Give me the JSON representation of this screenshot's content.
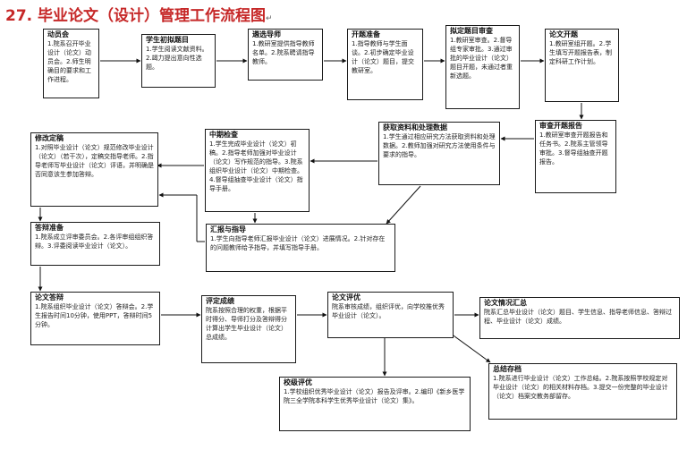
{
  "title": "27. 毕业论文（设计）管理工作流程图",
  "paragraph_mark": "↵",
  "boxes": {
    "b1": {
      "title": "动员会",
      "body": "1.院系召开毕业设计（论文）动员会。2.师生明确目的要求和工作进程。"
    },
    "b2": {
      "title": "学生初拟题目",
      "body": "1.学生阅读文献资料。2.竭力提出意向性选题。"
    },
    "b3": {
      "title": "遴选导师",
      "body": "1.教研室提供指导教师名单。2.院系聘请指导教师。"
    },
    "b4": {
      "title": "开题准备",
      "body": "1.指导教师与学生面谈。2.初步确定毕业设计（论文）题目，提交教研室。"
    },
    "b5": {
      "title": "拟定题目审查",
      "body": "1.教研室审查。2.督导组专家审批。3.通过审批的毕业设计（论文）题目开题，未通过者重新选题。"
    },
    "b6": {
      "title": "论文开题",
      "body": "1.教研室组开题。2.学生填写开题报告表，制定科研工作计划。"
    },
    "b7": {
      "title": "审查开题报告",
      "body": "1.教研室审查开题报告和任务书。2.院系主管领导审批。3.督导组抽查开题报告。"
    },
    "b8": {
      "title": "获取资料和处理数据",
      "body": "1.学生通过相应研究方法获取资料和处理数据。2.教师加强对研究方法使用条件与要求的指导。"
    },
    "b9": {
      "title": "中期检查",
      "body": "1.学生完成毕业设计（论文）初稿。2.指导老师加强对毕业设计（论文）写作规范的指导。3.院系组织毕业设计（论文）中期检查。4.督导组抽查毕业设计（论文）指导手册。"
    },
    "b10": {
      "title": "修改定稿",
      "body": "1.对照毕业设计（论文）规范修改毕业设计（论文）（若干次），定稿交指导老师。2.指导老师写毕业设计（论文）评语，并明确是否同意该生参加答辩。"
    },
    "b11": {
      "title": "汇报与指导",
      "body": "1.学生向指导老师汇报毕业设计（论文）进展情况。2.针对存在的问题教师给予指导，并填写指导手册。"
    },
    "b12": {
      "title": "答辩准备",
      "body": "1.院系成立评审委员会。2.各评审组组织答辩。3.评委阅读毕业设计（论文）。"
    },
    "b13": {
      "title": "论文答辩",
      "body": "1.院系组织毕业设计（论文）答辩会。2.学生报告时间10分钟，使用PPT，答辩时间5分钟。"
    },
    "b14": {
      "title": "评定成绩",
      "body": "院系按照合理的权重，根据平时得分、导师打分及答辩得分计算出学生毕业设计（论文）总成绩。"
    },
    "b15": {
      "title": "论文评优",
      "body": "院系审核成绩，组织评优，向学校推优秀毕业设计（论文）。"
    },
    "b16": {
      "title": "论文情况汇总",
      "body": "院系汇总毕业设计（论文）题目、学生信息、指导老师信息、答辩过程、毕业设计（论文）成绩。"
    },
    "b17": {
      "title": "总结存档",
      "body": "1.院系进行毕业设计（论文）工作总结。2.院系按照学校规定对毕业设计（论文）的相关材料存档。3.提交一份完整的毕业设计（论文）档案交教务部留存。"
    },
    "b18": {
      "title": "校级评优",
      "body": "1.学校组织优秀毕业设计（论文）报告及评审。2.编印《新乡医学院三全学院本科学生优秀毕业设计（论文）集》。"
    }
  }
}
